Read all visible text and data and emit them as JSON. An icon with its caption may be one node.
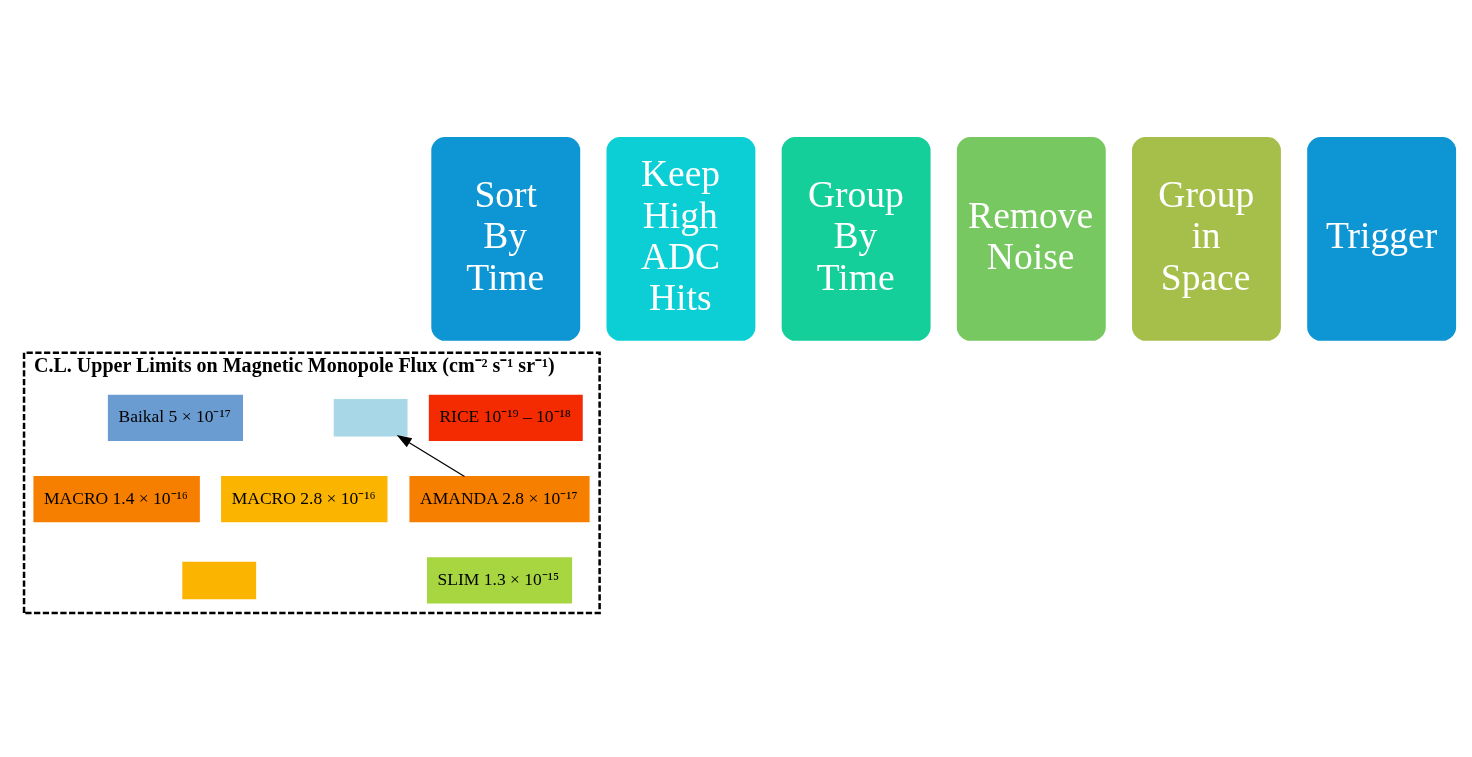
{
  "diagram": {
    "nodes": [
      {
        "text": [
          "Sort By Time"
        ]
      },
      {
        "text": [
          "Keep High ADC Hits"
        ]
      },
      {
        "text": [
          "Group By Time"
        ]
      },
      {
        "text": [
          "Remove Noise"
        ]
      },
      {
        "text": [
          "Group in Space"
        ]
      },
      {
        "text": [
          "Trigger"
        ]
      },
      {
        "text": [
          "C.L. Upper Limits on Magnetic Monopole Flux (cm⁻² s⁻¹ sr⁻¹)"
        ]
      },
      {
        "text": [
          "RICE 10⁻¹⁹ – 10⁻¹⁸"
        ],
        "in": 6
      },
      {
        "text": [],
        "shape": "box",
        "in": 6
      },
      {
        "text": [
          "Baikal 5 × 10⁻¹⁷"
        ],
        "in": 6
      },
      {
        "text": [
          "AMANDA 2.8 × 10⁻¹⁷"
        ],
        "in": 6
      },
      {
        "text": [
          "MACRO 2.8 × 10⁻¹⁶"
        ],
        "in": 6
      },
      {
        "text": [
          "MACRO 1.4 × 10⁻¹⁶"
        ],
        "in": 6
      },
      {
        "text": [
          "SLIM 1.3 × 10⁻¹⁵"
        ],
        "in": 6
      },
      {
        "text": [],
        "shape": "box",
        "in": 6
      }
    ],
    "edges": [
      {
        "from": 10,
        "to": 8,
        "arrow": "to"
      }
    ]
  }
}
